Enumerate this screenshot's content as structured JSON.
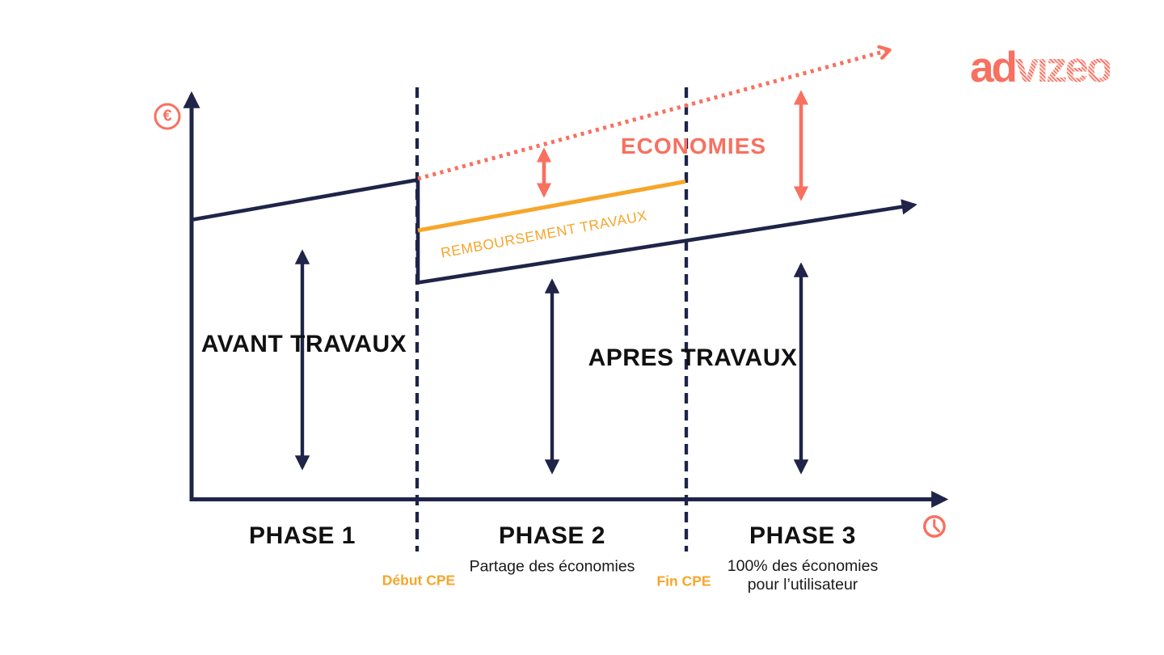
{
  "window": {
    "background": "#FFFFFF"
  },
  "logo": {
    "part_solid": "ad",
    "part_hatched": "vızeo",
    "color": "#F8705F"
  },
  "colors": {
    "navy": "#1F2448",
    "coral": "#F8705F",
    "orange": "#F6A62B",
    "text_black": "#111111"
  },
  "axes": {
    "y_axis_symbol": "€",
    "x_axis_icon": "clock-icon"
  },
  "annotations": {
    "economies": "ECONOMIES",
    "remboursement_travaux": "REMBOURSEMENT TRAVAUX",
    "avant_travaux": "AVANT TRAVAUX",
    "apres_travaux": "APRES TRAVAUX"
  },
  "milestones": {
    "debut_cpe": "Début CPE",
    "fin_cpe": "Fin CPE"
  },
  "phases": [
    {
      "label": "PHASE 1",
      "sublabel": ""
    },
    {
      "label": "PHASE 2",
      "sublabel": "Partage des économies"
    },
    {
      "label": "PHASE 3",
      "sublabel": "100% des économies",
      "sublabel2": "pour l’utilisateur"
    }
  ]
}
